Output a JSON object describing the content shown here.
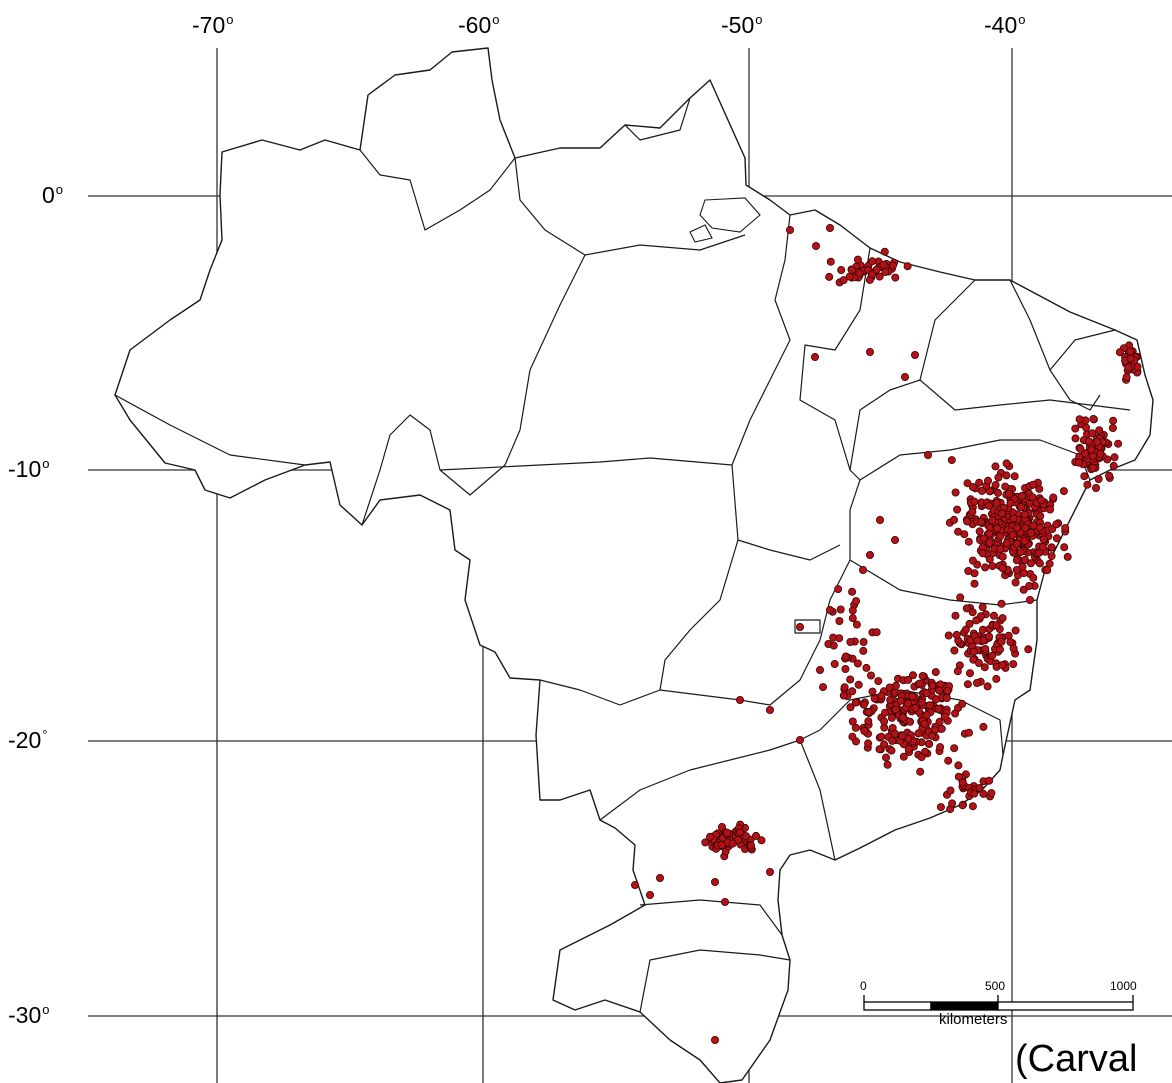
{
  "map": {
    "lon_labels": [
      "-70",
      "-60",
      "-50",
      "-40"
    ],
    "lat_labels": [
      "0",
      "-10",
      "-20",
      "-30"
    ],
    "degree_marks": [
      "o",
      "o",
      "°",
      "o"
    ],
    "lon_degree_mark": "o",
    "scale_bar": {
      "ticks": [
        "0",
        "500",
        "1000"
      ],
      "unit": "kilometers"
    },
    "credit": "(Carval",
    "colors": {
      "border": "#1a1a1a",
      "gridline": "#333333",
      "point_fill": "#b31217",
      "point_stroke": "#3a0505"
    }
  }
}
